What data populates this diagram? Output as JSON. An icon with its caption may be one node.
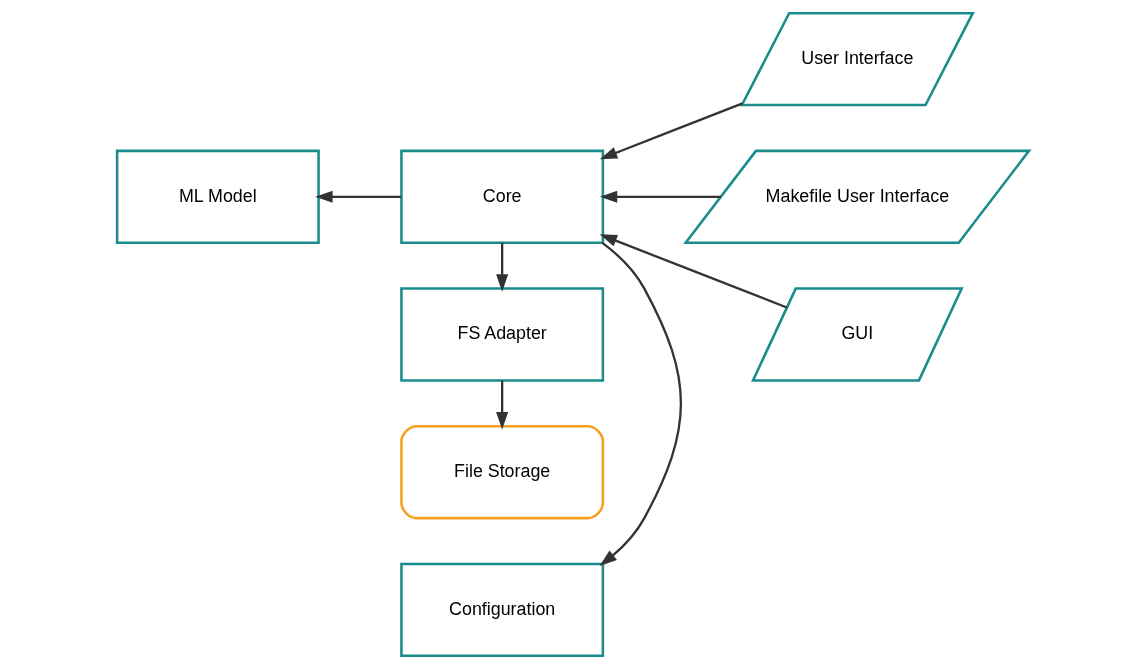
{
  "diagram": {
    "nodes": [
      {
        "text": [
          "Configuration"
        ]
      },
      {
        "text": [
          "ML Model"
        ]
      },
      {
        "text": [
          "Core"
        ]
      },
      {
        "text": [
          "User Interface"
        ]
      },
      {
        "text": [
          "Makefile User Interface"
        ]
      },
      {
        "text": [
          "FS Adapter"
        ]
      },
      {
        "text": [
          "GUI"
        ]
      },
      {
        "text": [
          "File Storage"
        ]
      }
    ],
    "edges": [
      {
        "from": 2,
        "to": 0,
        "arrow": "to"
      },
      {
        "from": 2,
        "to": 1,
        "arrow": "to"
      },
      {
        "from": 3,
        "to": 2,
        "arrow": "to"
      },
      {
        "from": 4,
        "to": 2,
        "arrow": "to"
      },
      {
        "from": 6,
        "to": 2,
        "arrow": "to"
      },
      {
        "from": 2,
        "to": 5,
        "arrow": "to"
      },
      {
        "from": 5,
        "to": 7,
        "arrow": "to"
      }
    ]
  }
}
